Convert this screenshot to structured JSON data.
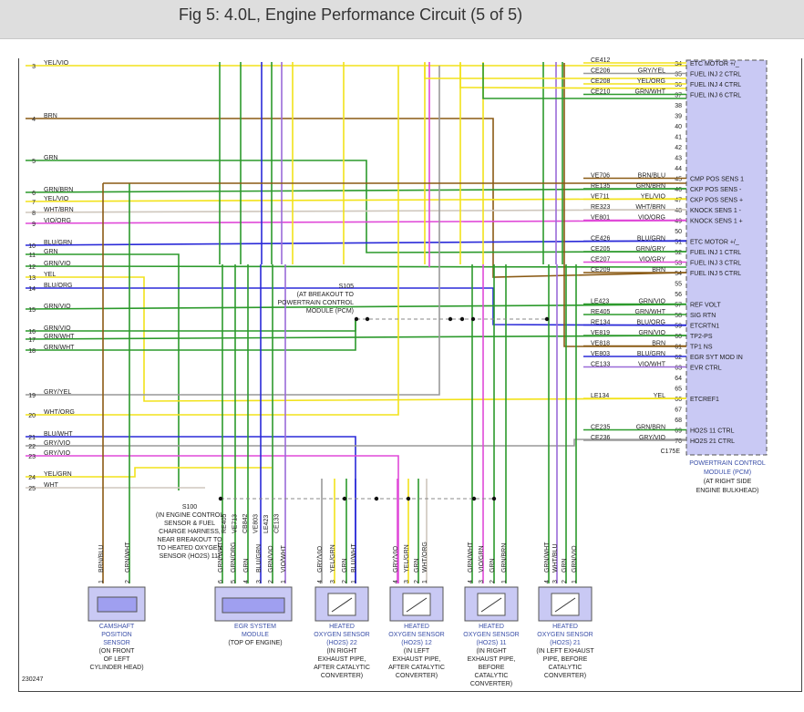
{
  "title": "Fig 5: 4.0L, Engine Performance Circuit (5 of 5)",
  "figure_number": "230247",
  "colors": {
    "yellow": "#f2e21a",
    "brown": "#8a5a14",
    "green": "#2c9a2c",
    "violet": "#9a6ad8",
    "orange": "#f08a24",
    "pink": "#e04ad8",
    "blue": "#2a2ad8",
    "gray": "#999999",
    "white": "#cfc7bd",
    "pcm_fill": "#c9c9f4",
    "dashed": "#888888"
  },
  "left_wires": [
    {
      "num": "3",
      "label": "YEL/VIO"
    },
    {
      "num": "4",
      "label": "BRN"
    },
    {
      "num": "5",
      "label": "GRN"
    },
    {
      "num": "6",
      "label": "GRN/BRN"
    },
    {
      "num": "7",
      "label": "YEL/VIO"
    },
    {
      "num": "8",
      "label": "WHT/BRN"
    },
    {
      "num": "9",
      "label": "VIO/ORG"
    },
    {
      "num": "10",
      "label": "BLU/GRN"
    },
    {
      "num": "11",
      "label": "GRN"
    },
    {
      "num": "12",
      "label": "GRN/VIO"
    },
    {
      "num": "13",
      "label": "YEL"
    },
    {
      "num": "14",
      "label": "BLU/ORG"
    },
    {
      "num": "15",
      "label": "GRN/VIO"
    },
    {
      "num": "16",
      "label": "GRN/VIO"
    },
    {
      "num": "17",
      "label": "GRN/WHT"
    },
    {
      "num": "18",
      "label": "GRN/WHT"
    },
    {
      "num": "19",
      "label": "GRY/YEL"
    },
    {
      "num": "20",
      "label": "WHT/ORG"
    },
    {
      "num": "21",
      "label": "BLU/WHT"
    },
    {
      "num": "22",
      "label": "GRY/VIO"
    },
    {
      "num": "23",
      "label": "GRY/VIO"
    },
    {
      "num": "24",
      "label": "YEL/GRN"
    },
    {
      "num": "25",
      "label": "WHT"
    }
  ],
  "pcm_pins": [
    {
      "pin": "34",
      "circuit": "CE412",
      "wire": "",
      "func": "ETC MOTOR +/_"
    },
    {
      "pin": "35",
      "circuit": "CE206",
      "wire": "GRY/YEL",
      "func": "FUEL INJ 2 CTRL"
    },
    {
      "pin": "36",
      "circuit": "CE208",
      "wire": "YEL/ORG",
      "func": "FUEL INJ 4 CTRL"
    },
    {
      "pin": "37",
      "circuit": "CE210",
      "wire": "GRN/WHT",
      "func": "FUEL INJ 6 CTRL"
    },
    {
      "pin": "38",
      "circuit": "",
      "wire": "",
      "func": ""
    },
    {
      "pin": "39",
      "circuit": "",
      "wire": "",
      "func": ""
    },
    {
      "pin": "40",
      "circuit": "",
      "wire": "",
      "func": ""
    },
    {
      "pin": "41",
      "circuit": "",
      "wire": "",
      "func": ""
    },
    {
      "pin": "42",
      "circuit": "",
      "wire": "",
      "func": ""
    },
    {
      "pin": "43",
      "circuit": "",
      "wire": "",
      "func": ""
    },
    {
      "pin": "44",
      "circuit": "",
      "wire": "",
      "func": ""
    },
    {
      "pin": "45",
      "circuit": "VE706",
      "wire": "BRN/BLU",
      "func": "CMP POS SENS 1"
    },
    {
      "pin": "46",
      "circuit": "RE135",
      "wire": "GRN/BRN",
      "func": "CKP POS SENS -"
    },
    {
      "pin": "47",
      "circuit": "VE711",
      "wire": "YEL/VIO",
      "func": "CKP POS SENS +"
    },
    {
      "pin": "48",
      "circuit": "RE323",
      "wire": "WHT/BRN",
      "func": "KNOCK SENS 1 -"
    },
    {
      "pin": "49",
      "circuit": "VE801",
      "wire": "VIO/ORG",
      "func": "KNOCK SENS 1 +"
    },
    {
      "pin": "50",
      "circuit": "",
      "wire": "",
      "func": ""
    },
    {
      "pin": "51",
      "circuit": "CE426",
      "wire": "BLU/GRN",
      "func": "ETC MOTOR +/_"
    },
    {
      "pin": "52",
      "circuit": "CE205",
      "wire": "GRN/GRY",
      "func": "FUEL INJ 1 CTRL"
    },
    {
      "pin": "53",
      "circuit": "CE207",
      "wire": "VIO/GRY",
      "func": "FUEL INJ 3 CTRL"
    },
    {
      "pin": "54",
      "circuit": "CE209",
      "wire": "BRN",
      "func": "FUEL INJ 5 CTRL"
    },
    {
      "pin": "55",
      "circuit": "",
      "wire": "",
      "func": ""
    },
    {
      "pin": "56",
      "circuit": "",
      "wire": "",
      "func": ""
    },
    {
      "pin": "57",
      "circuit": "LE423",
      "wire": "GRN/VIO",
      "func": "REF VOLT"
    },
    {
      "pin": "58",
      "circuit": "RE405",
      "wire": "GRN/WHT",
      "func": "SIG RTN"
    },
    {
      "pin": "59",
      "circuit": "RE134",
      "wire": "BLU/ORG",
      "func": "ETCRTN1"
    },
    {
      "pin": "60",
      "circuit": "VE819",
      "wire": "GRN/VIO",
      "func": "TP2-PS"
    },
    {
      "pin": "61",
      "circuit": "VE818",
      "wire": "BRN",
      "func": "TP1 NS"
    },
    {
      "pin": "62",
      "circuit": "VE803",
      "wire": "BLU/GRN",
      "func": "EGR SYT MOD IN"
    },
    {
      "pin": "63",
      "circuit": "CE133",
      "wire": "VIO/WHT",
      "func": "EVR CTRL"
    },
    {
      "pin": "64",
      "circuit": "",
      "wire": "",
      "func": ""
    },
    {
      "pin": "65",
      "circuit": "",
      "wire": "",
      "func": ""
    },
    {
      "pin": "66",
      "circuit": "LE134",
      "wire": "YEL",
      "func": "ETCREF1"
    },
    {
      "pin": "67",
      "circuit": "",
      "wire": "",
      "func": ""
    },
    {
      "pin": "68",
      "circuit": "",
      "wire": "",
      "func": ""
    },
    {
      "pin": "69",
      "circuit": "CE235",
      "wire": "GRN/BRN",
      "func": "HO2S 11 CTRL"
    },
    {
      "pin": "70",
      "circuit": "CE236",
      "wire": "GRY/VIO",
      "func": "HO2S 21 CTRL"
    }
  ],
  "pcm_connector": "C175E",
  "pcm_caption": [
    "POWERTRAIN CONTROL",
    "MODULE (PCM)",
    "(AT RIGHT SIDE",
    "ENGINE BULKHEAD)"
  ],
  "splice_s105": [
    "S105",
    "(AT BREAKOUT TO",
    "POWERTRAIN CONTROL",
    "MODULE (PCM)"
  ],
  "splice_s100": [
    "S100",
    "(IN ENGINE CONTROL",
    "SENSOR & FUEL",
    "CHARGE HARNESS,",
    "NEAR BREAKOUT TO",
    "TO HEATED OXYGEN",
    "SENSOR (HO2S) 11)"
  ],
  "vertical_circuits": [
    "RE405",
    "VE713",
    "CB842",
    "VE803",
    "LE423",
    "CE133"
  ],
  "camshaft": {
    "pins": [
      {
        "n": "1",
        "w": "BRN/BLU"
      },
      {
        "n": "2",
        "w": "GRN/WHT"
      }
    ],
    "caption": [
      "CAMSHAFT",
      "POSITION",
      "SENSOR",
      "(ON FRONT",
      "OF LEFT",
      "CYLINDER HEAD)"
    ]
  },
  "egr": {
    "pins": [
      {
        "n": "6",
        "w": "GRN/WHT"
      },
      {
        "n": "5",
        "w": "GRN/ORG"
      },
      {
        "n": "4",
        "w": "GRN"
      },
      {
        "n": "3",
        "w": "BLU/GRN"
      },
      {
        "n": "2",
        "w": "GRN/VIO"
      },
      {
        "n": "1",
        "w": "VIO/WHT"
      }
    ],
    "caption": [
      "EGR SYSTEM",
      "MODULE",
      "(TOP OF ENGINE)"
    ]
  },
  "ho2s": [
    {
      "pins": [
        {
          "n": "4",
          "w": "GRY/VIO"
        },
        {
          "n": "3",
          "w": "YEL/GRN"
        },
        {
          "n": "2",
          "w": "GRN"
        },
        {
          "n": "1",
          "w": "BLU/WHT"
        }
      ],
      "caption": [
        "HEATED",
        "OXYGEN SENSOR",
        "(HO2S) 22",
        "(IN RIGHT",
        "EXHAUST PIPE,",
        "AFTER CATALYTIC",
        "CONVERTER)"
      ]
    },
    {
      "pins": [
        {
          "n": "4",
          "w": "GRY/VIO"
        },
        {
          "n": "3",
          "w": "YEL/GRN"
        },
        {
          "n": "2",
          "w": "GRN"
        },
        {
          "n": "1",
          "w": "WHT/ORG"
        }
      ],
      "caption": [
        "HEATED",
        "OXYGEN SENSOR",
        "(HO2S) 12",
        "(IN LEFT",
        "EXHAUST PIPE,",
        "AFTER CATALYTIC",
        "CONVERTER)"
      ]
    },
    {
      "pins": [
        {
          "n": "4",
          "w": "GRN/WHT"
        },
        {
          "n": "3",
          "w": "VIO/GRN"
        },
        {
          "n": "2",
          "w": "GRN"
        },
        {
          "n": "1",
          "w": "GRN/BRN"
        }
      ],
      "caption": [
        "HEATED",
        "OXYGEN SENSOR",
        "(HO2S) 11",
        "(IN RIGHT",
        "EXHAUST PIPE,",
        "BEFORE",
        "CATALYTIC",
        "CONVERTER)"
      ]
    },
    {
      "pins": [
        {
          "n": "4",
          "w": "GRN/WHT"
        },
        {
          "n": "3",
          "w": "WHT/BLU"
        },
        {
          "n": "2",
          "w": "GRN"
        },
        {
          "n": "1",
          "w": "GRN/VIO"
        }
      ],
      "caption": [
        "HEATED",
        "OXYGEN SENSOR",
        "(HO2S) 21",
        "(IN LEFT EXHAUST",
        "PIPE, BEFORE",
        "CATALYTIC",
        "CONVERTER)"
      ]
    }
  ]
}
